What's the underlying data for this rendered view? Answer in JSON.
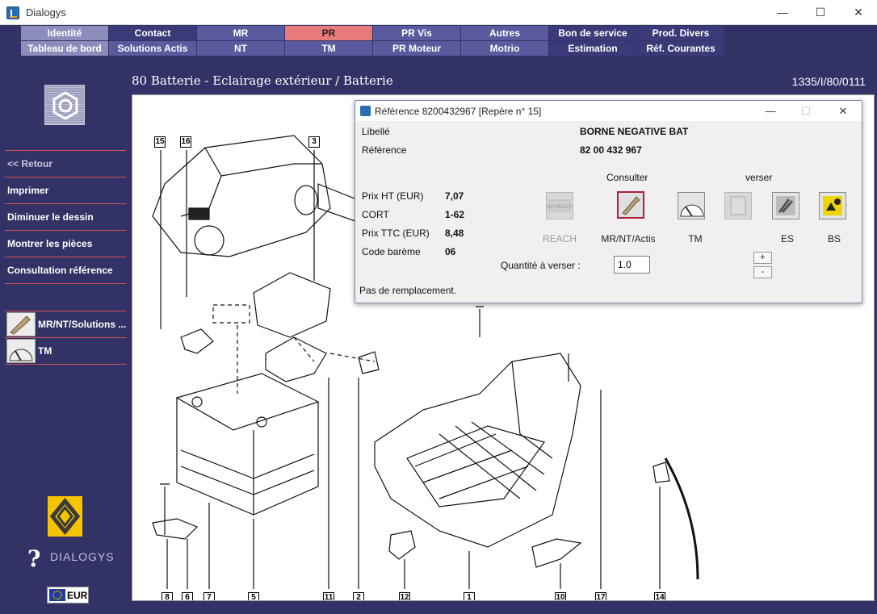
{
  "window": {
    "title": "Dialogys",
    "minimize": "—",
    "maximize": "☐",
    "close": "✕"
  },
  "menu": {
    "row1": [
      "Identité",
      "Contact",
      "MR",
      "PR",
      "PR Vis",
      "Autres",
      "Bon de service",
      "Prod. Divers"
    ],
    "row2": [
      "Tableau de bord",
      "Solutions Actis",
      "NT",
      "TM",
      "PR Moteur",
      "Motrio",
      "Estimation",
      "Réf. Courantes"
    ]
  },
  "page": {
    "title": "80 Batterie - Eclairage extérieur / Batterie",
    "code": "1335/I/80/0111"
  },
  "sidebar": {
    "items": [
      "<< Retour",
      "Imprimer",
      "Diminuer le dessin",
      "Montrer les pièces",
      "Consultation référence"
    ],
    "shortcuts": [
      "MR/NT/Solutions ...",
      "TM"
    ],
    "brand_text": "DIALOGYS",
    "currency": "EUR"
  },
  "drawing": {
    "part_numbers": [
      "15",
      "16",
      "3",
      "8",
      "6",
      "7",
      "5",
      "11",
      "2",
      "12",
      "1",
      "10",
      "17",
      "14"
    ]
  },
  "dialog": {
    "title": "Référence 8200432967 [Repère n° 15]",
    "libelle_label": "Libellé",
    "libelle_value": "BORNE NEGATIVE BAT",
    "reference_label": "Référence",
    "reference_value": "82 00 432 967",
    "prices": [
      {
        "label": "Prix HT (EUR)",
        "value": "7,07"
      },
      {
        "label": "CORT",
        "value": "1-62"
      },
      {
        "label": "Prix TTC (EUR)",
        "value": "8,48"
      },
      {
        "label": "Code barème",
        "value": "06"
      }
    ],
    "consulter_label": "Consulter",
    "verser_label": "verser",
    "buttons": [
      "REACH",
      "MR/NT/Actis",
      "TM",
      "ES",
      "BS"
    ],
    "reach_icon_text": "NO REACH",
    "qty_label": "Quantité à verser :",
    "qty_value": "1.0",
    "plus": "+",
    "minus": "-",
    "status": "Pas de remplacement."
  },
  "colors": {
    "background": "#333266",
    "menu_light": "#8d8dbd",
    "menu_mid": "#5a5a9e",
    "menu_dark": "#3b3a78",
    "menu_active": "#e97a7a",
    "separator": "#d25050"
  }
}
